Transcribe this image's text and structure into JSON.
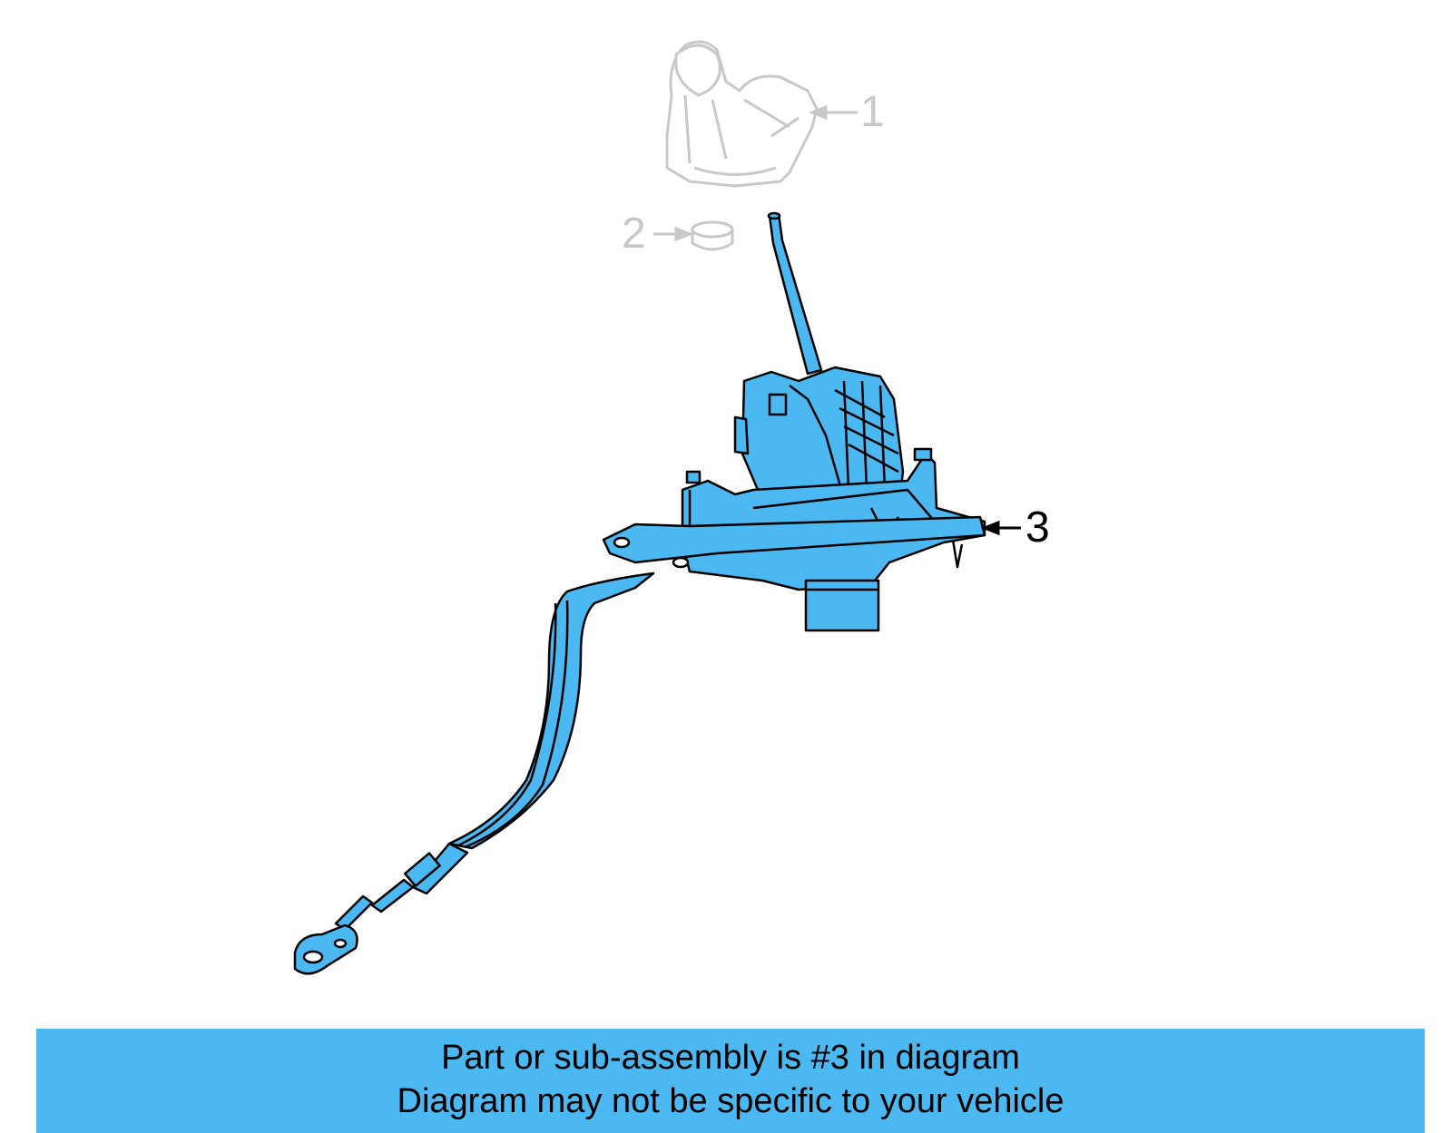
{
  "callouts": [
    {
      "number": "1"
    },
    {
      "number": "2"
    },
    {
      "number": "3"
    }
  ],
  "banner": {
    "line1": "Part or sub-assembly is #3 in diagram",
    "line2": "Diagram may not be specific to your vehicle",
    "color": "#4bb8f2"
  },
  "colors": {
    "part_fill": "#4bb8f2",
    "faded_line": "#c8c8c8",
    "outline": "#000000"
  },
  "icons": [
    "shift-knob-icon",
    "seal-ring-icon",
    "gear-shifter-assembly-icon"
  ]
}
